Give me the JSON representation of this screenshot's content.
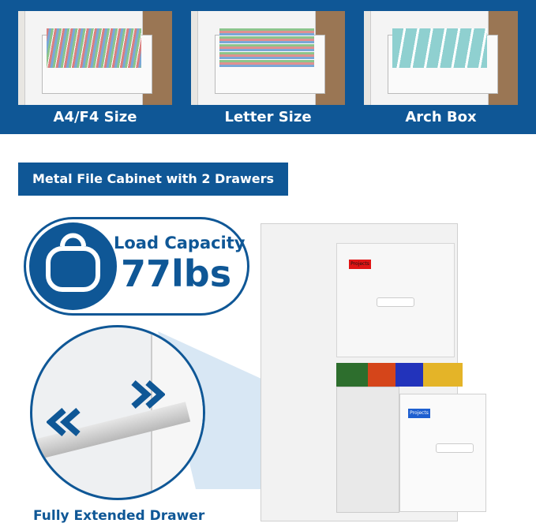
{
  "sizes": [
    {
      "label": "A4/F4 Size"
    },
    {
      "label": "Letter Size"
    },
    {
      "label": "Arch Box"
    }
  ],
  "banner": "Metal File Cabinet with 2 Drawers",
  "load": {
    "label": "Load Capacity",
    "value": "77lbs"
  },
  "tags": {
    "top": "Projects",
    "bottom": "Projects"
  },
  "caption": "Fully Extended Drawer",
  "colors": {
    "brand": "#0f5796"
  }
}
